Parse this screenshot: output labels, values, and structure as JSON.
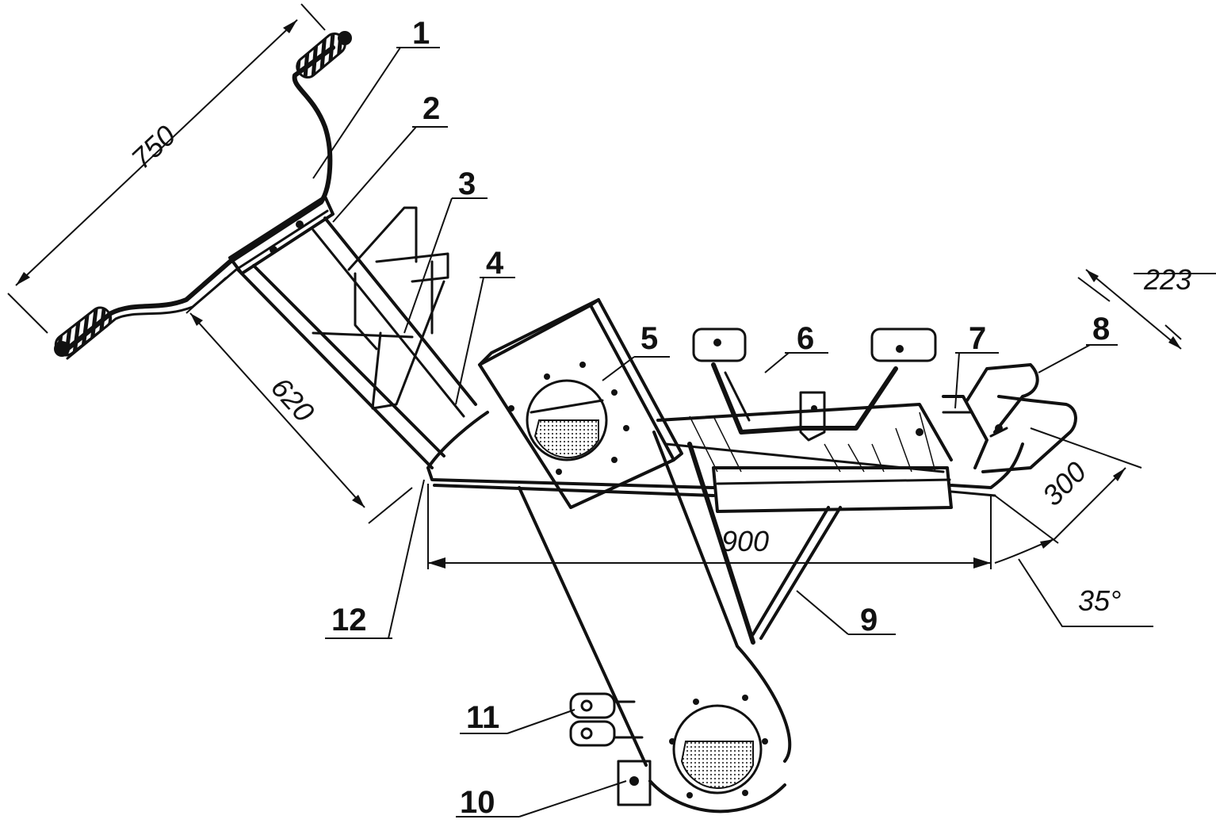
{
  "part_labels": {
    "p1": "1",
    "p2": "2",
    "p3": "3",
    "p4": "4",
    "p5": "5",
    "p6": "6",
    "p7": "7",
    "p8": "8",
    "p9": "9",
    "p10": "10",
    "p11": "11",
    "p12": "12"
  },
  "dimensions": {
    "handlebar_width": "750",
    "column_length": "620",
    "frame_length": "900",
    "rear_width": "223",
    "rear_length": "300",
    "rear_angle": "35°"
  }
}
